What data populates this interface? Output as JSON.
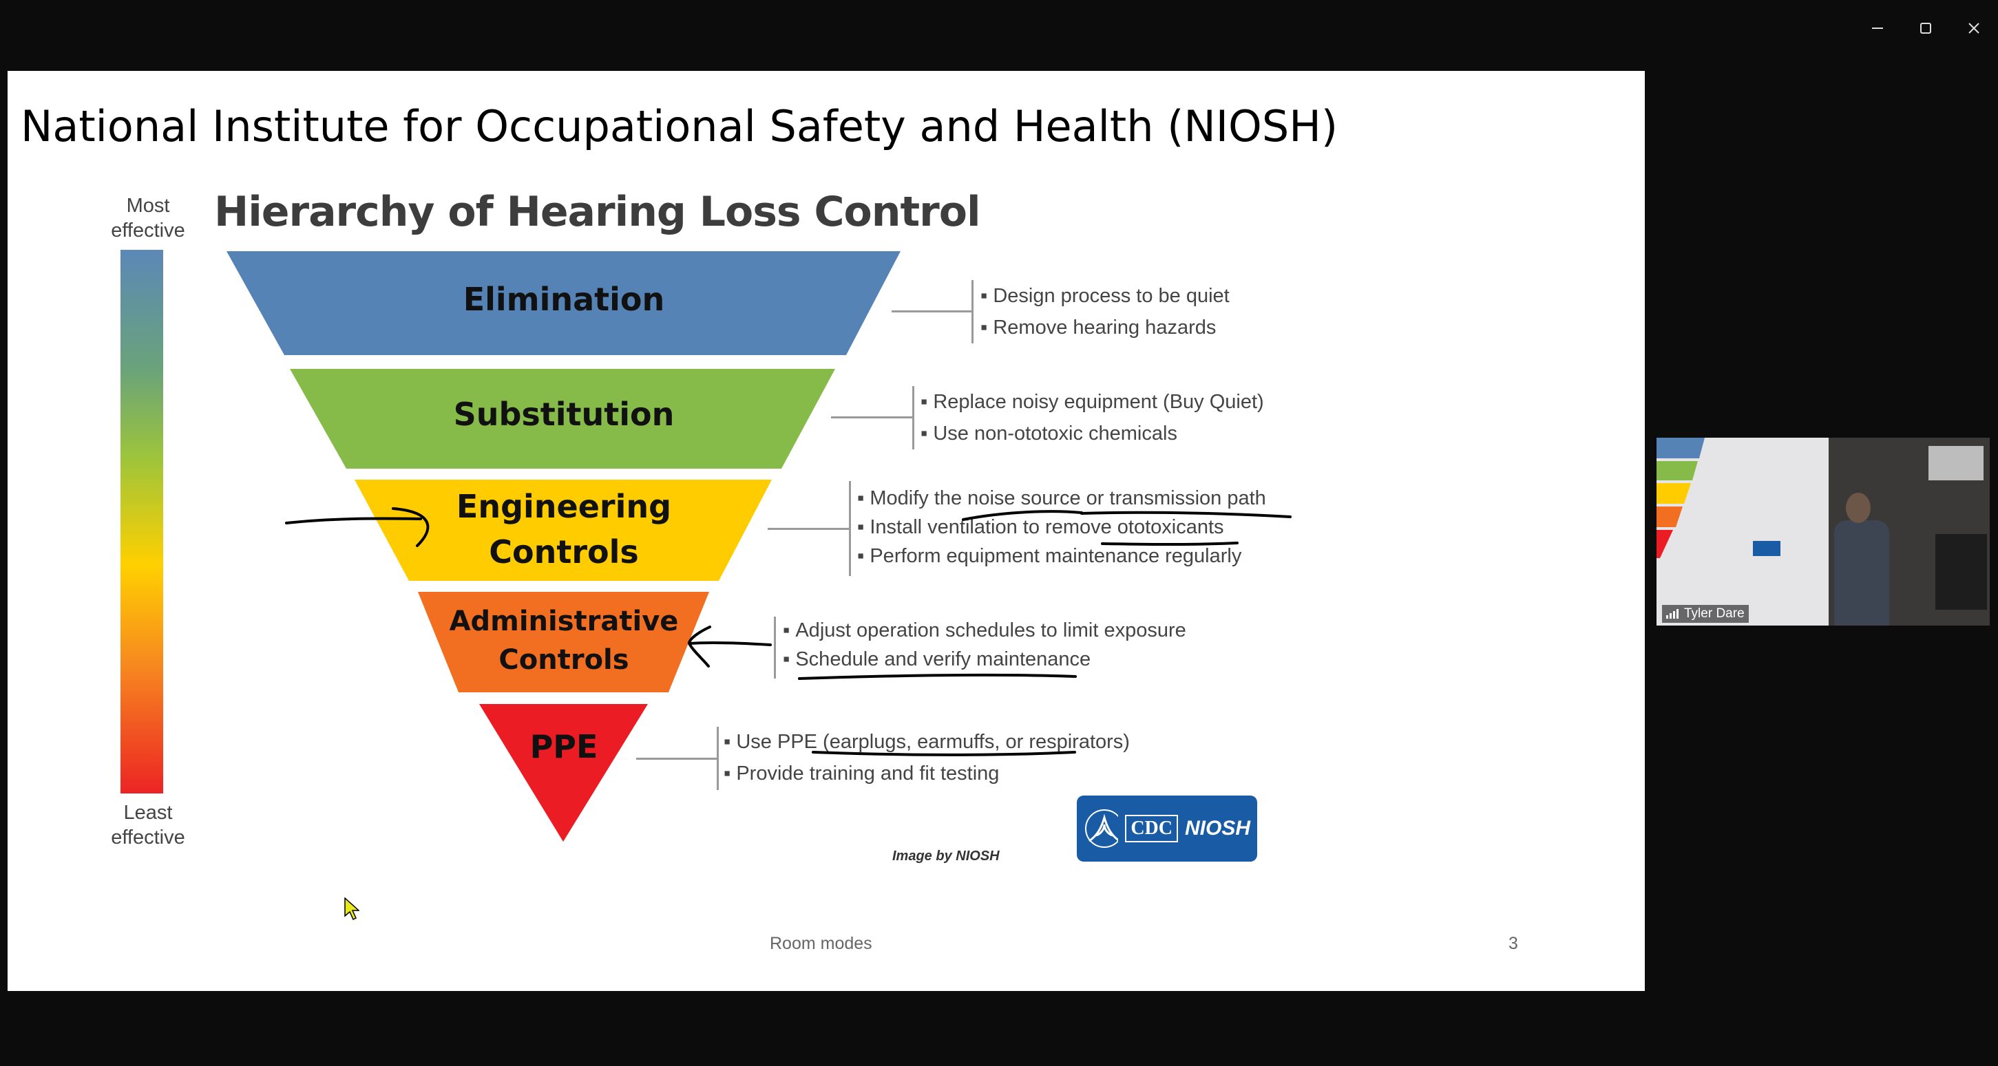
{
  "window": {
    "controls": [
      "minimize-icon",
      "maximize-icon",
      "close-icon"
    ]
  },
  "slide": {
    "title": "National Institute for Occupational Safety and Health (NIOSH)",
    "scale": {
      "top": "Most effective",
      "bottom": "Least effective"
    },
    "diagram_title": "Hierarchy of Hearing Loss Control",
    "tiers": [
      {
        "label": "Elimination",
        "color": "#5683b6",
        "bullets": [
          "Design process to be quiet",
          "Remove hearing hazards"
        ]
      },
      {
        "label": "Substitution",
        "color": "#86bb4a",
        "bullets": [
          "Replace noisy equipment (Buy Quiet)",
          "Use non-ototoxic chemicals"
        ]
      },
      {
        "label": "Engineering Controls",
        "color": "#ffcc00",
        "bullets": [
          "Modify the noise source or transmission path",
          "Install ventilation to remove ototoxicants",
          "Perform equipment maintenance regularly"
        ]
      },
      {
        "label": "Administrative Controls",
        "color": "#f26f21",
        "bullets": [
          "Adjust operation schedules to limit exposure",
          "Schedule and verify maintenance"
        ]
      },
      {
        "label": "PPE",
        "color": "#ec1c24",
        "bullets": [
          "Use PPE (earplugs, earmuffs, or respirators)",
          "Provide training and fit testing"
        ]
      }
    ],
    "credit": "Image by NIOSH",
    "logo": {
      "cdc": "CDC",
      "niosh": "NIOSH"
    },
    "footer": "Room modes",
    "page_number": "3"
  },
  "participant": {
    "name": "Tyler Dare"
  }
}
